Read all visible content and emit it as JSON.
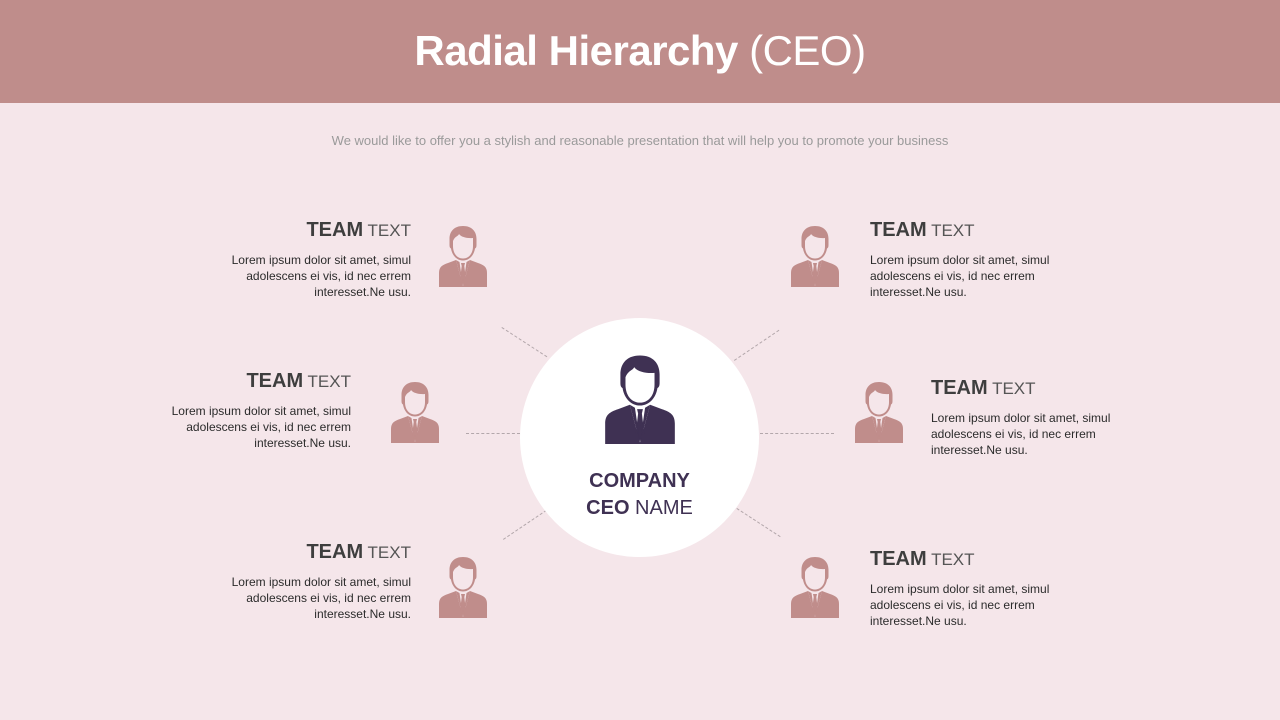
{
  "header": {
    "title_bold": "Radial Hierarchy",
    "title_light": " (CEO)",
    "background_color": "#bf8d8b"
  },
  "subtitle": "We would like to offer you a stylish and reasonable presentation that will help you to promote your business",
  "center": {
    "line1": "COMPANY",
    "line2_bold": "CEO",
    "line2_light": " NAME",
    "icon": "person-suit-icon",
    "color": "#3f3153"
  },
  "teams": [
    {
      "position": "top-left",
      "title_bold": "TEAM",
      "title_light": " TEXT",
      "desc_lines": [
        "Lorem ipsum dolor sit amet, simul",
        "adolescens ei vis, id nec errem",
        "interesset.Ne usu."
      ]
    },
    {
      "position": "middle-left",
      "title_bold": "TEAM",
      "title_light": " TEXT",
      "desc_lines": [
        "Lorem ipsum dolor sit amet, simul",
        "adolescens ei vis, id nec errem",
        "interesset.Ne usu."
      ]
    },
    {
      "position": "bottom-left",
      "title_bold": "TEAM",
      "title_light": " TEXT",
      "desc_lines": [
        "Lorem ipsum dolor sit amet, simul",
        "adolescens ei vis, id nec errem",
        "interesset.Ne usu."
      ]
    },
    {
      "position": "top-right",
      "title_bold": "TEAM",
      "title_light": " TEXT",
      "desc_lines": [
        "Lorem ipsum dolor sit amet, simul",
        "adolescens ei vis, id nec errem",
        "interesset.Ne usu."
      ]
    },
    {
      "position": "middle-right",
      "title_bold": "TEAM",
      "title_light": " TEXT",
      "desc_lines": [
        "Lorem ipsum dolor sit amet, simul",
        "adolescens ei vis, id nec errem",
        "interesset.Ne usu."
      ]
    },
    {
      "position": "bottom-right",
      "title_bold": "TEAM",
      "title_light": " TEXT",
      "desc_lines": [
        "Lorem ipsum dolor sit amet, simul",
        "adolescens ei vis, id nec errem",
        "interesset.Ne usu."
      ]
    }
  ],
  "colors": {
    "background": "#f5e6ea",
    "team_icon": "#c08d8b",
    "ceo_icon": "#3f3153",
    "connector": "#b3a7ab"
  }
}
